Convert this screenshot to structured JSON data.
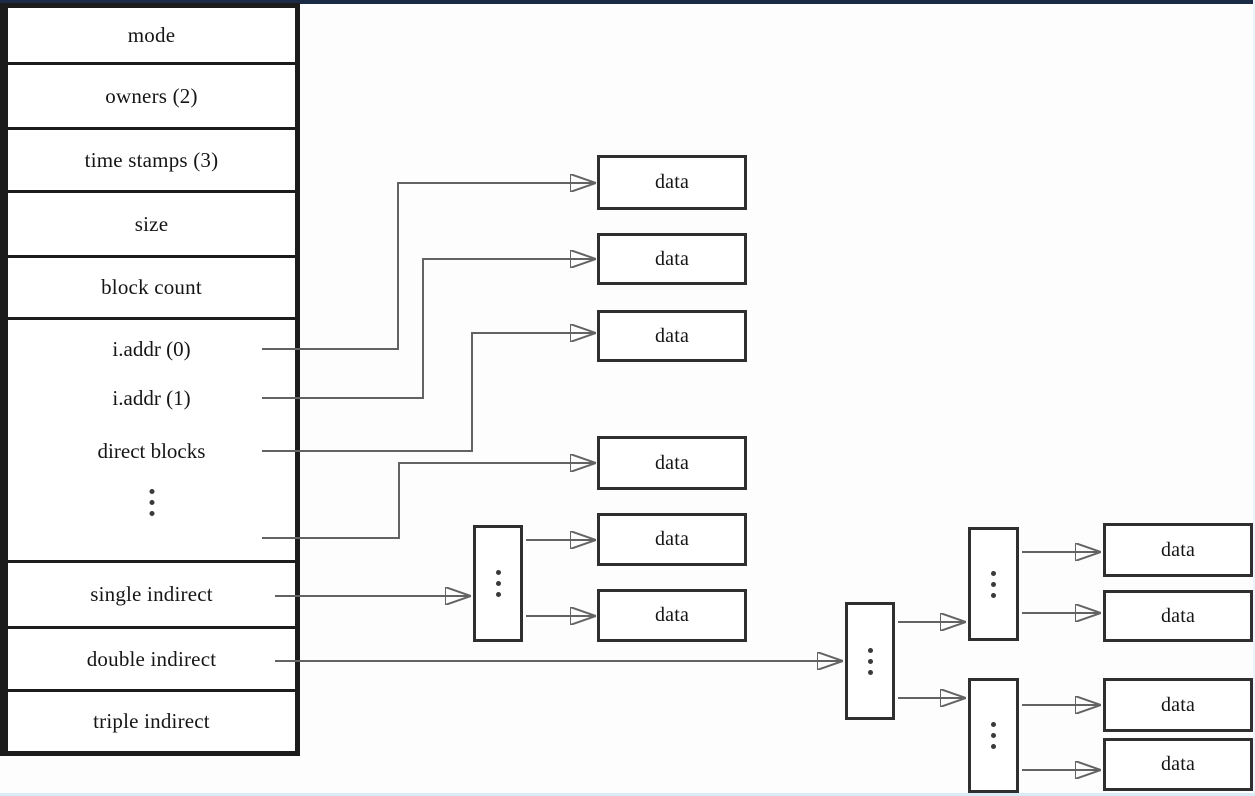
{
  "diagram": {
    "type": "unix-inode-structure",
    "inode_table": {
      "rows": [
        "mode",
        "owners (2)",
        "time stamps (3)",
        "size",
        "block count"
      ],
      "pointer_entries": [
        "i.addr (0)",
        "i.addr (1)",
        "direct blocks"
      ],
      "indirect_rows": [
        "single indirect",
        "double indirect",
        "triple indirect"
      ]
    },
    "data_block": {
      "label": "data"
    },
    "icons": {
      "vertical_ellipsis": "⋮"
    },
    "counts": {
      "middle_data_blocks": 6,
      "right_data_blocks": 4,
      "indirect_blocks": 4
    },
    "colors": {
      "line": "#636363",
      "arrowhead": "#161616",
      "box_border": "#2f2f2f",
      "table_border": "#1c1c1c",
      "text": "#151515",
      "background": "#fdfdfd",
      "top_edge": "#1c2b45",
      "bottom_edge": "#d7ecf6"
    }
  }
}
